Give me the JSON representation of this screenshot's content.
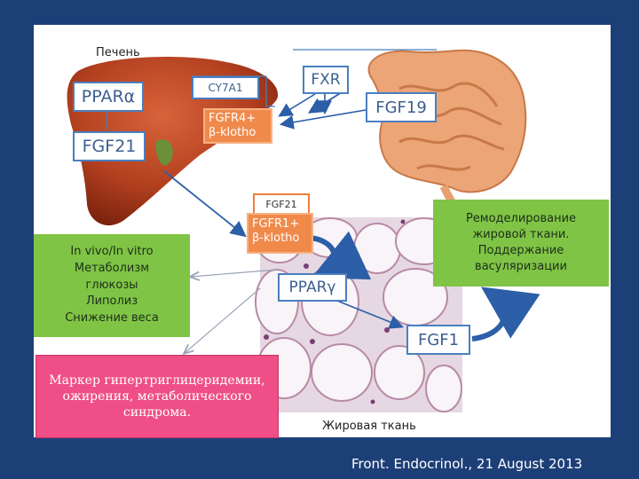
{
  "labels": {
    "liver": "Печень",
    "adipose": "Жировая ткань",
    "citation": "Front. Endocrinol., 21 August 2013"
  },
  "boxes": {
    "ppara": "PPARα",
    "fgf21_liver": "FGF21",
    "cy7a1": "CY7A1",
    "fgfr4": [
      "FGFR4+",
      "β-klotho"
    ],
    "fxr": "FXR",
    "fgf19": "FGF19",
    "fgf21_small": "FGF21",
    "fgfr1": [
      "FGFR1+",
      "β-klotho"
    ],
    "pparg": "PPARγ",
    "fgf1": "FGF1"
  },
  "effects": {
    "remodeling": [
      "Ремоделирование",
      "жировой ткани.",
      "Поддержание",
      "васуляризации"
    ],
    "metabolism": [
      "In vivo/In vitro",
      "Метаболизм",
      "глюкозы",
      "Липолиз",
      "Снижение веса"
    ],
    "marker": [
      "Маркер гипертриглицеридемии,",
      "ожирения, метаболического",
      "синдрома."
    ]
  },
  "colors": {
    "background": "#1d3f78",
    "box_blue_border": "#4a7fc1",
    "box_orange": "#f08a4b",
    "green": "#7fc445",
    "pink": "#ef4e86",
    "liver": "#a8391d",
    "intestine": "#e8a070"
  }
}
